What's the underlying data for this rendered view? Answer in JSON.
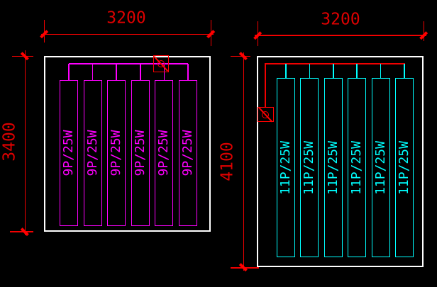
{
  "drawing": {
    "left_room": {
      "width_dim": "3200",
      "height_dim": "3400",
      "lamp_label": "9P/25W",
      "lamp_count": 6,
      "lamp_color": "#ff00ff",
      "bus_color": "#ff00ff",
      "fixture_symbol": "circle-slash-fixture"
    },
    "right_room": {
      "width_dim": "3200",
      "height_dim": "4100",
      "lamp_label": "11P/25W",
      "lamp_count": 6,
      "lamp_color": "#00ffff",
      "bus_color": "#ff0000",
      "fixture_symbol": "circle-slash-fixture"
    },
    "colors": {
      "background": "#000000",
      "wall": "#ffffff",
      "dimension_line": "#f20000",
      "dimension_text": "#dd0000",
      "symbol": "#ff0000"
    }
  }
}
